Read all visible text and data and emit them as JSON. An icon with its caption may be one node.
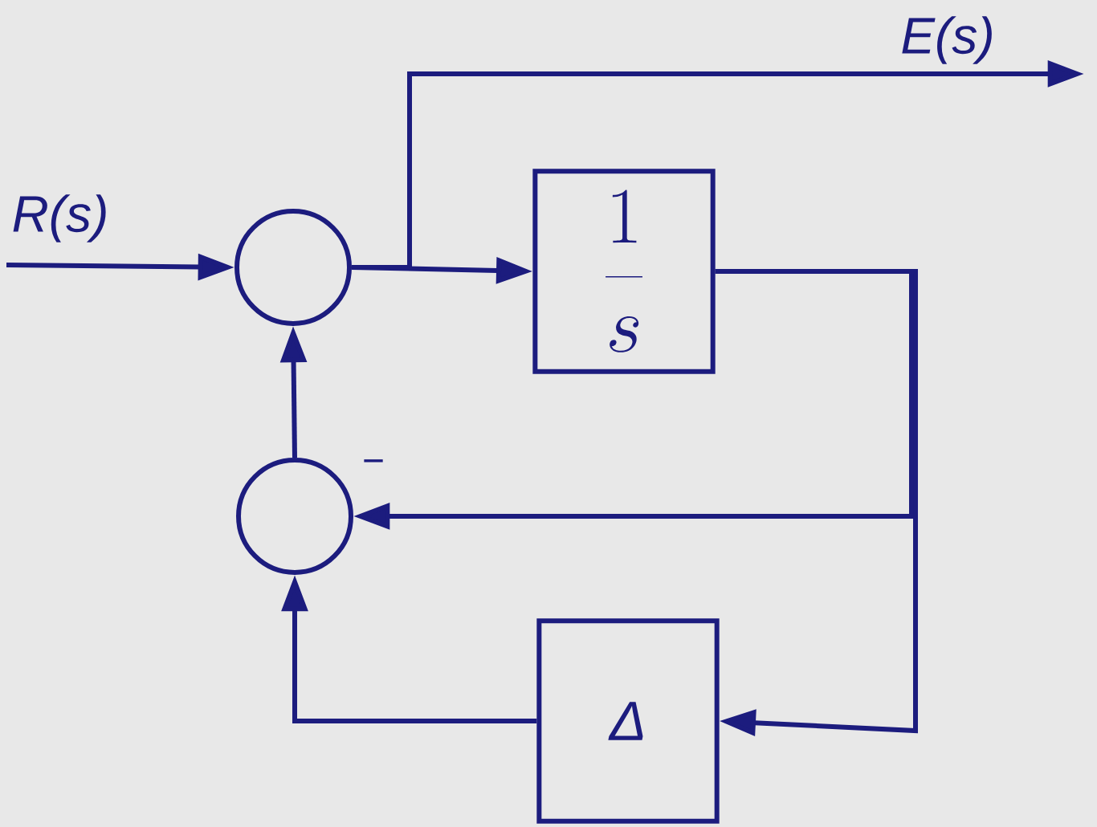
{
  "diagram": {
    "nodes": [
      {
        "text": [],
        "shape": "circle"
      },
      {
        "text": [
          "\\frac{1}{s}"
        ]
      },
      {
        "text": [],
        "shape": "circle",
        "beside": [
          "−"
        ]
      },
      {
        "text": [
          "Δ"
        ]
      }
    ],
    "edges": [
      {
        "from": null,
        "to": 0,
        "arrow": "to",
        "label": "R(s)"
      },
      {
        "from": 0,
        "to": null,
        "arrow": "to",
        "label": "E(s)"
      },
      {
        "from": 0,
        "to": 1,
        "arrow": "to"
      },
      {
        "from": 1,
        "to": 2,
        "arrow": "to"
      },
      {
        "from": 1,
        "to": 3,
        "arrow": "to"
      },
      {
        "from": 3,
        "to": 2,
        "arrow": "to"
      },
      {
        "from": 2,
        "to": 0,
        "arrow": "to"
      }
    ]
  }
}
